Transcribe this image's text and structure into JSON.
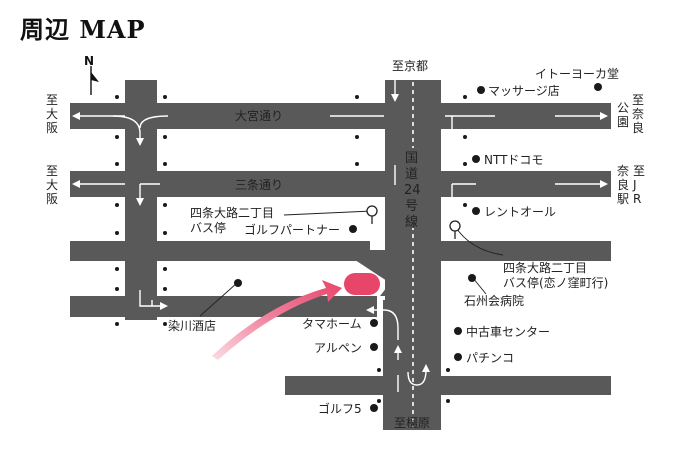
{
  "title": "周辺 MAP",
  "north": "N",
  "top_dest": "至京都",
  "bottom_dest": "至橿原",
  "left_dest_1": [
    "至",
    "大",
    "阪"
  ],
  "left_dest_2": [
    "至",
    "大",
    "阪"
  ],
  "right_dest_1": {
    "col1": [
      "公",
      "園"
    ],
    "col2": [
      "至",
      "奈",
      "良"
    ]
  },
  "right_dest_2": {
    "col1": [
      "奈",
      "良",
      "駅"
    ],
    "col2": [
      "至",
      "J",
      "R"
    ]
  },
  "road_omiya": "大宮通り",
  "road_sanjo": "三条通り",
  "route_24": [
    "国",
    "道",
    "24",
    "号",
    "線"
  ],
  "landmarks": {
    "ito_yokado": "イトーヨーカ堂",
    "massage": "マッサージ店",
    "ntt": "NTTドコモ",
    "rent_all": "レントオール",
    "bus_west": [
      "四条大路二丁目",
      "バス停"
    ],
    "golf_partner": "ゴルフパートナー",
    "bus_east": [
      "四条大路二丁目",
      "バス停(恋ノ窪町行)"
    ],
    "hospital": "石州会病院",
    "somekawa": "染川酒店",
    "tama_home": "タマホーム",
    "used_car": "中古車センター",
    "alpen": "アルペン",
    "pachinko": "パチンコ",
    "golf5": "ゴルフ5"
  },
  "colors": {
    "road": "#595959",
    "destination": "#e8456b",
    "arrow_start": "#f7c9d4"
  }
}
